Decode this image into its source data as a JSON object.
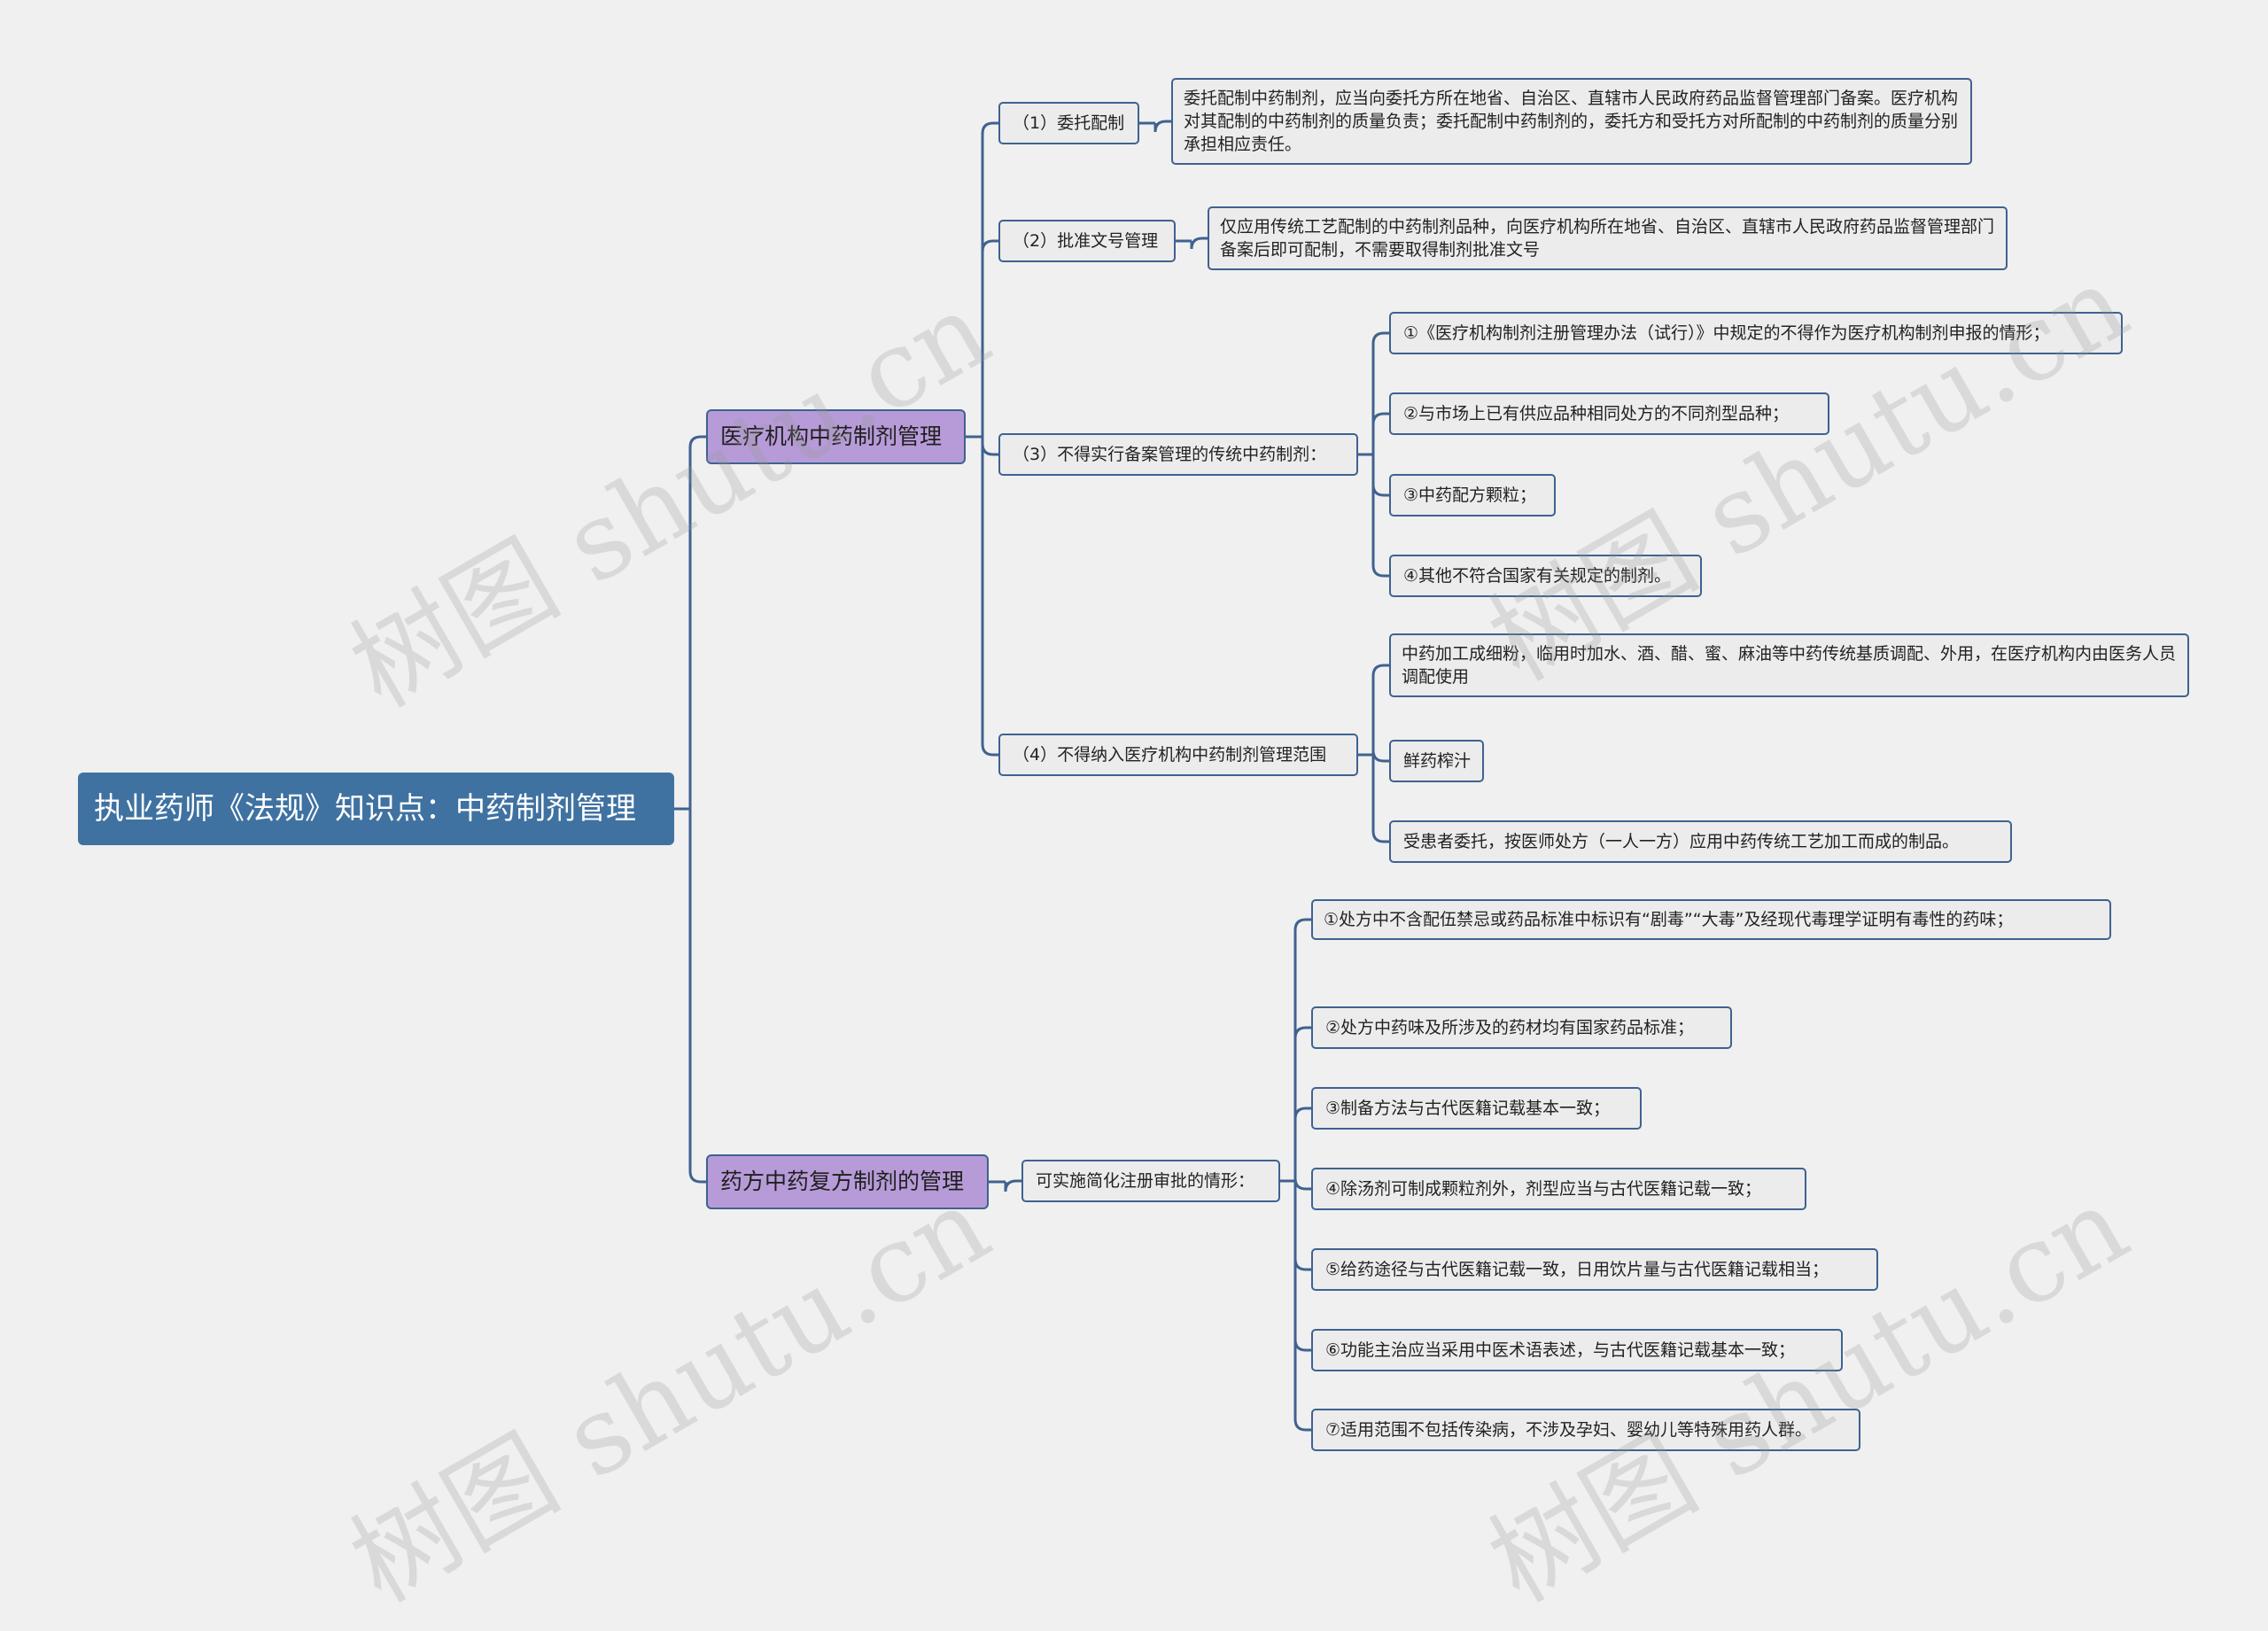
{
  "root": {
    "label": "执业药师《法规》知识点：中药制剂管理"
  },
  "branch1": {
    "label": "医疗机构中药制剂管理",
    "items": [
      {
        "label": "（1）委托配制",
        "details": [
          "委托配制中药制剂，应当向委托方所在地省、自治区、直辖市人民政府药品监督管理部门备案。医疗机构对其配制的中药制剂的质量负责；委托配制中药制剂的，委托方和受托方对所配制的中药制剂的质量分别承担相应责任。"
        ]
      },
      {
        "label": "（2）批准文号管理",
        "details": [
          "仅应用传统工艺配制的中药制剂品种，向医疗机构所在地省、自治区、直辖市人民政府药品监督管理部门备案后即可配制，不需要取得制剂批准文号"
        ]
      },
      {
        "label": "（3）不得实行备案管理的传统中药制剂：",
        "details": [
          "①《医疗机构制剂注册管理办法（试行）》中规定的不得作为医疗机构制剂申报的情形；",
          "②与市场上已有供应品种相同处方的不同剂型品种；",
          "③中药配方颗粒；",
          "④其他不符合国家有关规定的制剂。"
        ]
      },
      {
        "label": "（4）不得纳入医疗机构中药制剂管理范围",
        "details": [
          "中药加工成细粉，临用时加水、酒、醋、蜜、麻油等中药传统基质调配、外用，在医疗机构内由医务人员调配使用",
          "鲜药榨汁",
          "受患者委托，按医师处方（一人一方）应用中药传统工艺加工而成的制品。"
        ]
      }
    ]
  },
  "branch2": {
    "label": "药方中药复方制剂的管理",
    "items": [
      {
        "label": "可实施简化注册审批的情形：",
        "details": [
          "①处方中不含配伍禁忌或药品标准中标识有“剧毒”“大毒”及经现代毒理学证明有毒性的药味；",
          "②处方中药味及所涉及的药材均有国家药品标准；",
          "③制备方法与古代医籍记载基本一致；",
          "④除汤剂可制成颗粒剂外，剂型应当与古代医籍记载一致；",
          "⑤给药途径与古代医籍记载一致，日用饮片量与古代医籍记载相当；",
          "⑥功能主治应当采用中医术语表述，与古代医籍记载基本一致；",
          "⑦适用范围不包括传染病，不涉及孕妇、婴幼儿等特殊用药人群。"
        ]
      }
    ]
  },
  "watermark": "树图 shutu.cn",
  "colors": {
    "line": "#3f6290",
    "root_bg": "#3f72a1",
    "branch_bg": "#b79bd8",
    "leaf_bg": "#ececec",
    "background": "#f0f0f0"
  }
}
